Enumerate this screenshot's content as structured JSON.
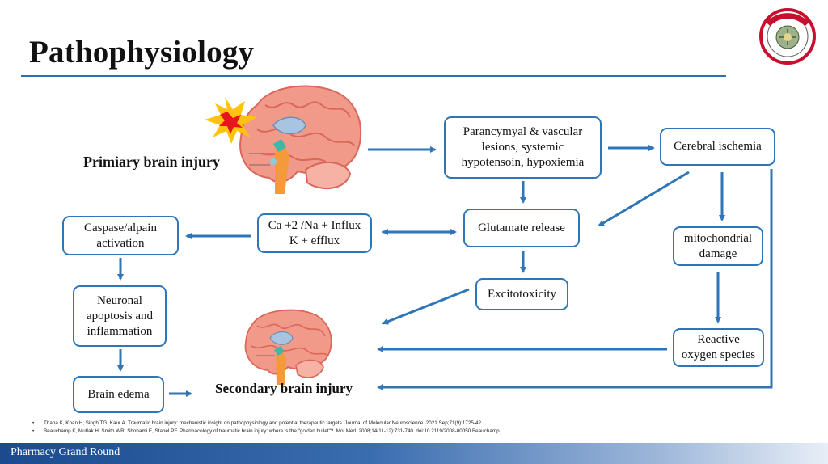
{
  "title": "Pathophysiology",
  "labels": {
    "primary": "Primiary brain injury",
    "secondary": "Secondary brain injury"
  },
  "boxes": {
    "parancymyal": [
      "Parancymyal & vascular",
      "lesions, systemic",
      "hypotensoin, hypoxiemia"
    ],
    "ischemia": [
      "Cerebral ischemia"
    ],
    "glutamate": [
      "Glutamate release"
    ],
    "ca_na": [
      "Ca +2 /Na + Influx",
      "K + efflux"
    ],
    "caspase": [
      "Caspase/alpain",
      "activation"
    ],
    "mito": [
      "mitochondrial",
      "damage"
    ],
    "excito": [
      "Excitotoxicity"
    ],
    "neuronal": [
      "Neuronal",
      "apoptosis and",
      "inflammation"
    ],
    "ros": [
      "Reactive",
      "oxygen species"
    ],
    "edema": [
      "Brain edema"
    ]
  },
  "references": [
    "Thapa K, Khan H, Singh TG, Kaur A. Traumatic brain injury: mechanistic insight on pathophysiology and potential therapeutic targets. Journal of Molecular Neuroscience. 2021 Sep;71(9):1725-42.",
    "Beauchamp K, Mutlak H, Smith WR, Shohami E, Stahel PF. Pharmacology of traumatic brain injury: where is the \"golden bullet\"?. Mol Med. 2008;14(11-12):731-740. doi:10.2119/2008-00050.Beauchamp"
  ],
  "footer": "Pharmacy Grand Round",
  "colors": {
    "accent": "#2f76b8",
    "footer": "#1b4a8e",
    "brain": "#f29a8a"
  }
}
